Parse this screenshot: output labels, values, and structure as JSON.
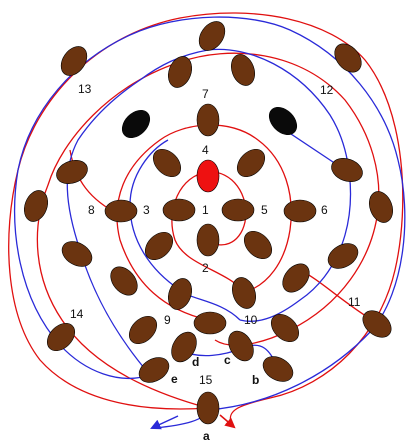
{
  "colors": {
    "background": "#ffffff",
    "red_path": "#e01010",
    "blue_path": "#2a2ad8",
    "pin_brown": "#6b3410",
    "pin_black": "#0a0a0a",
    "pin_red": "#ee1111",
    "outline": "#000000"
  },
  "labels": {
    "n1": "1",
    "n2": "2",
    "n3": "3",
    "n4": "4",
    "n5": "5",
    "n6": "6",
    "n7": "7",
    "n8": "8",
    "n9": "9",
    "n10": "10",
    "n11": "11",
    "n12": "12",
    "n13": "13",
    "n14": "14",
    "n15": "15",
    "a": "a",
    "b": "b",
    "c": "c",
    "d": "d",
    "e": "e"
  }
}
